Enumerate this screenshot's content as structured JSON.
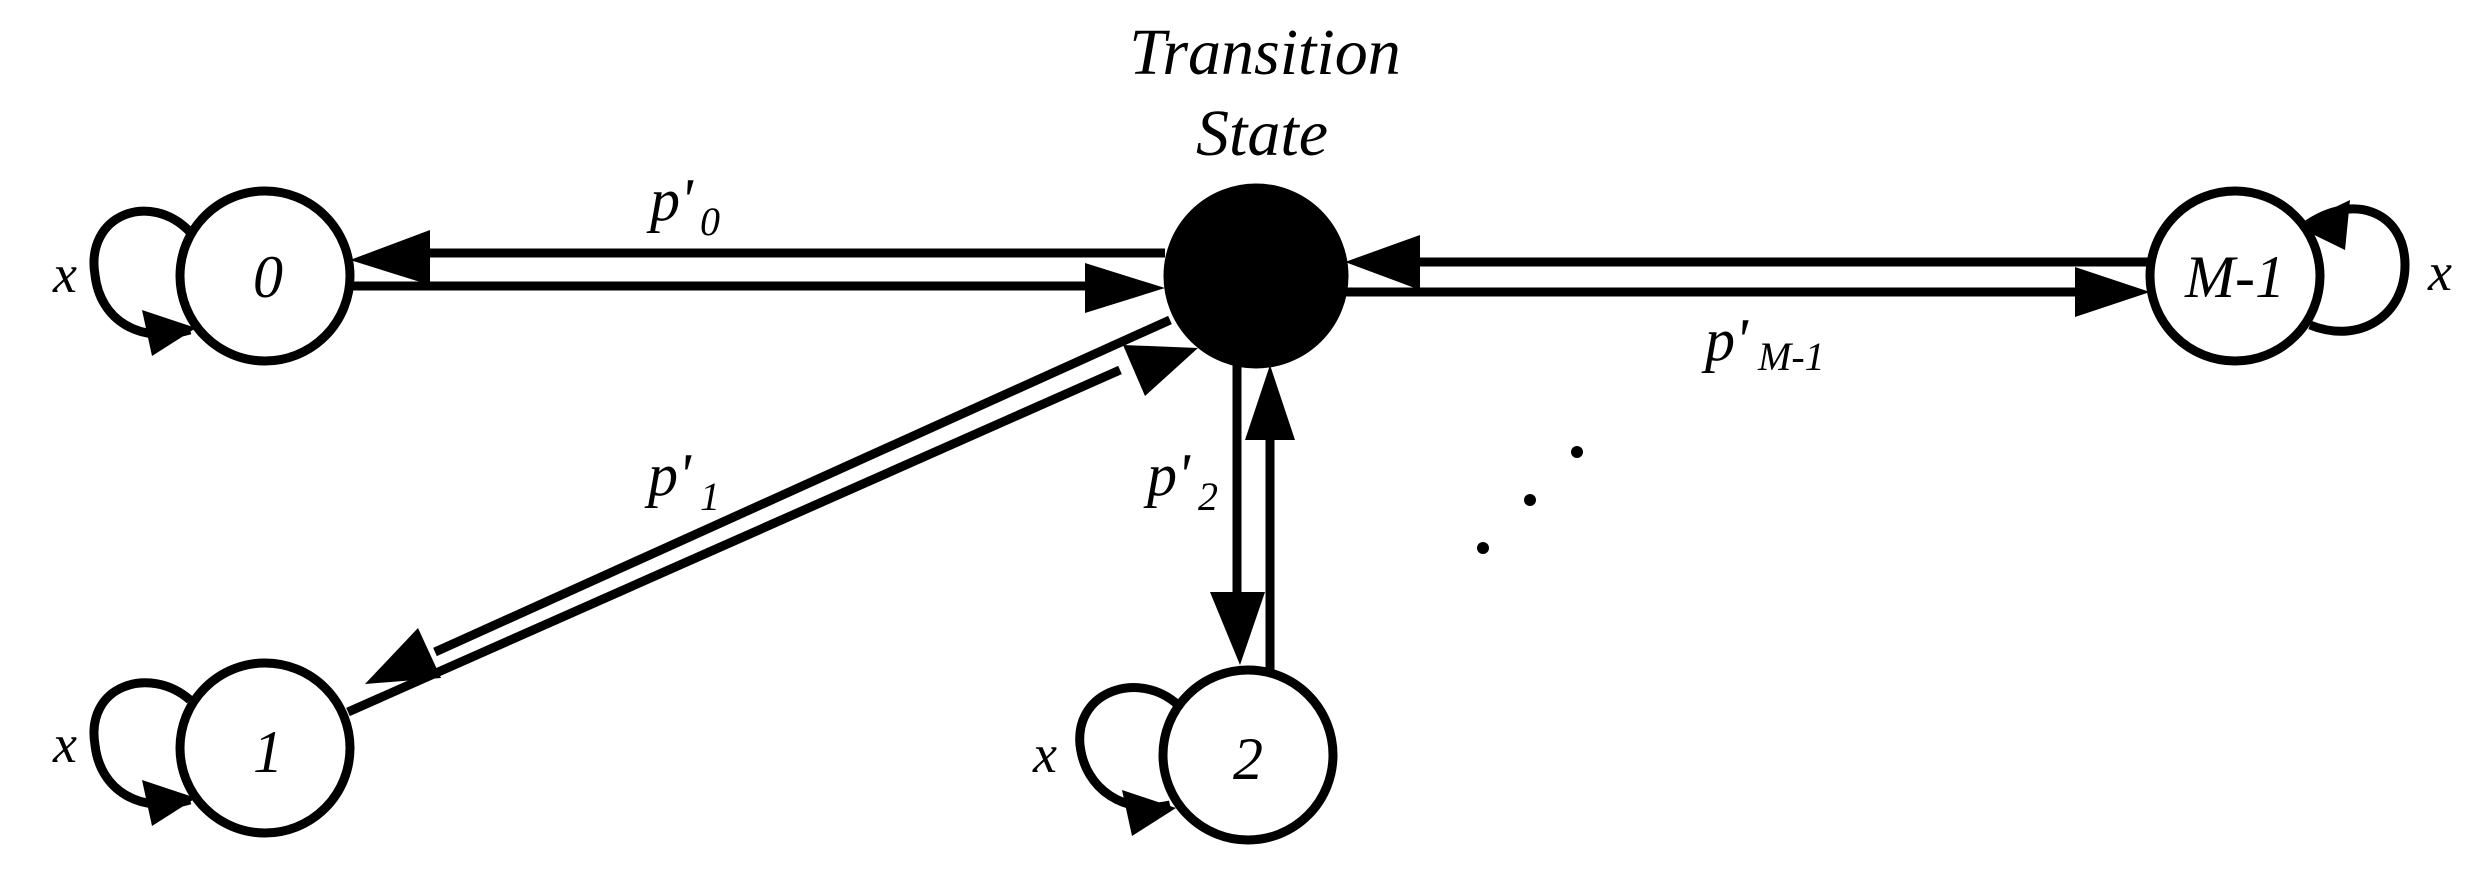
{
  "hub": {
    "title_line1": "Transition",
    "title_line2": "State"
  },
  "nodes": [
    {
      "id": "node-0",
      "label": "0",
      "loop_label": "x"
    },
    {
      "id": "node-1",
      "label": "1",
      "loop_label": "x"
    },
    {
      "id": "node-2",
      "label": "2",
      "loop_label": "x"
    },
    {
      "id": "node-m1",
      "label": "M-1",
      "loop_label": "x"
    }
  ],
  "edges": {
    "p0": {
      "main": "p'",
      "sub": "0"
    },
    "p1": {
      "main": "p'",
      "sub": "1"
    },
    "p2": {
      "main": "p'",
      "sub": "2"
    },
    "pm1": {
      "main": "p'",
      "sub": "M-1"
    }
  },
  "ellipsis": "..."
}
